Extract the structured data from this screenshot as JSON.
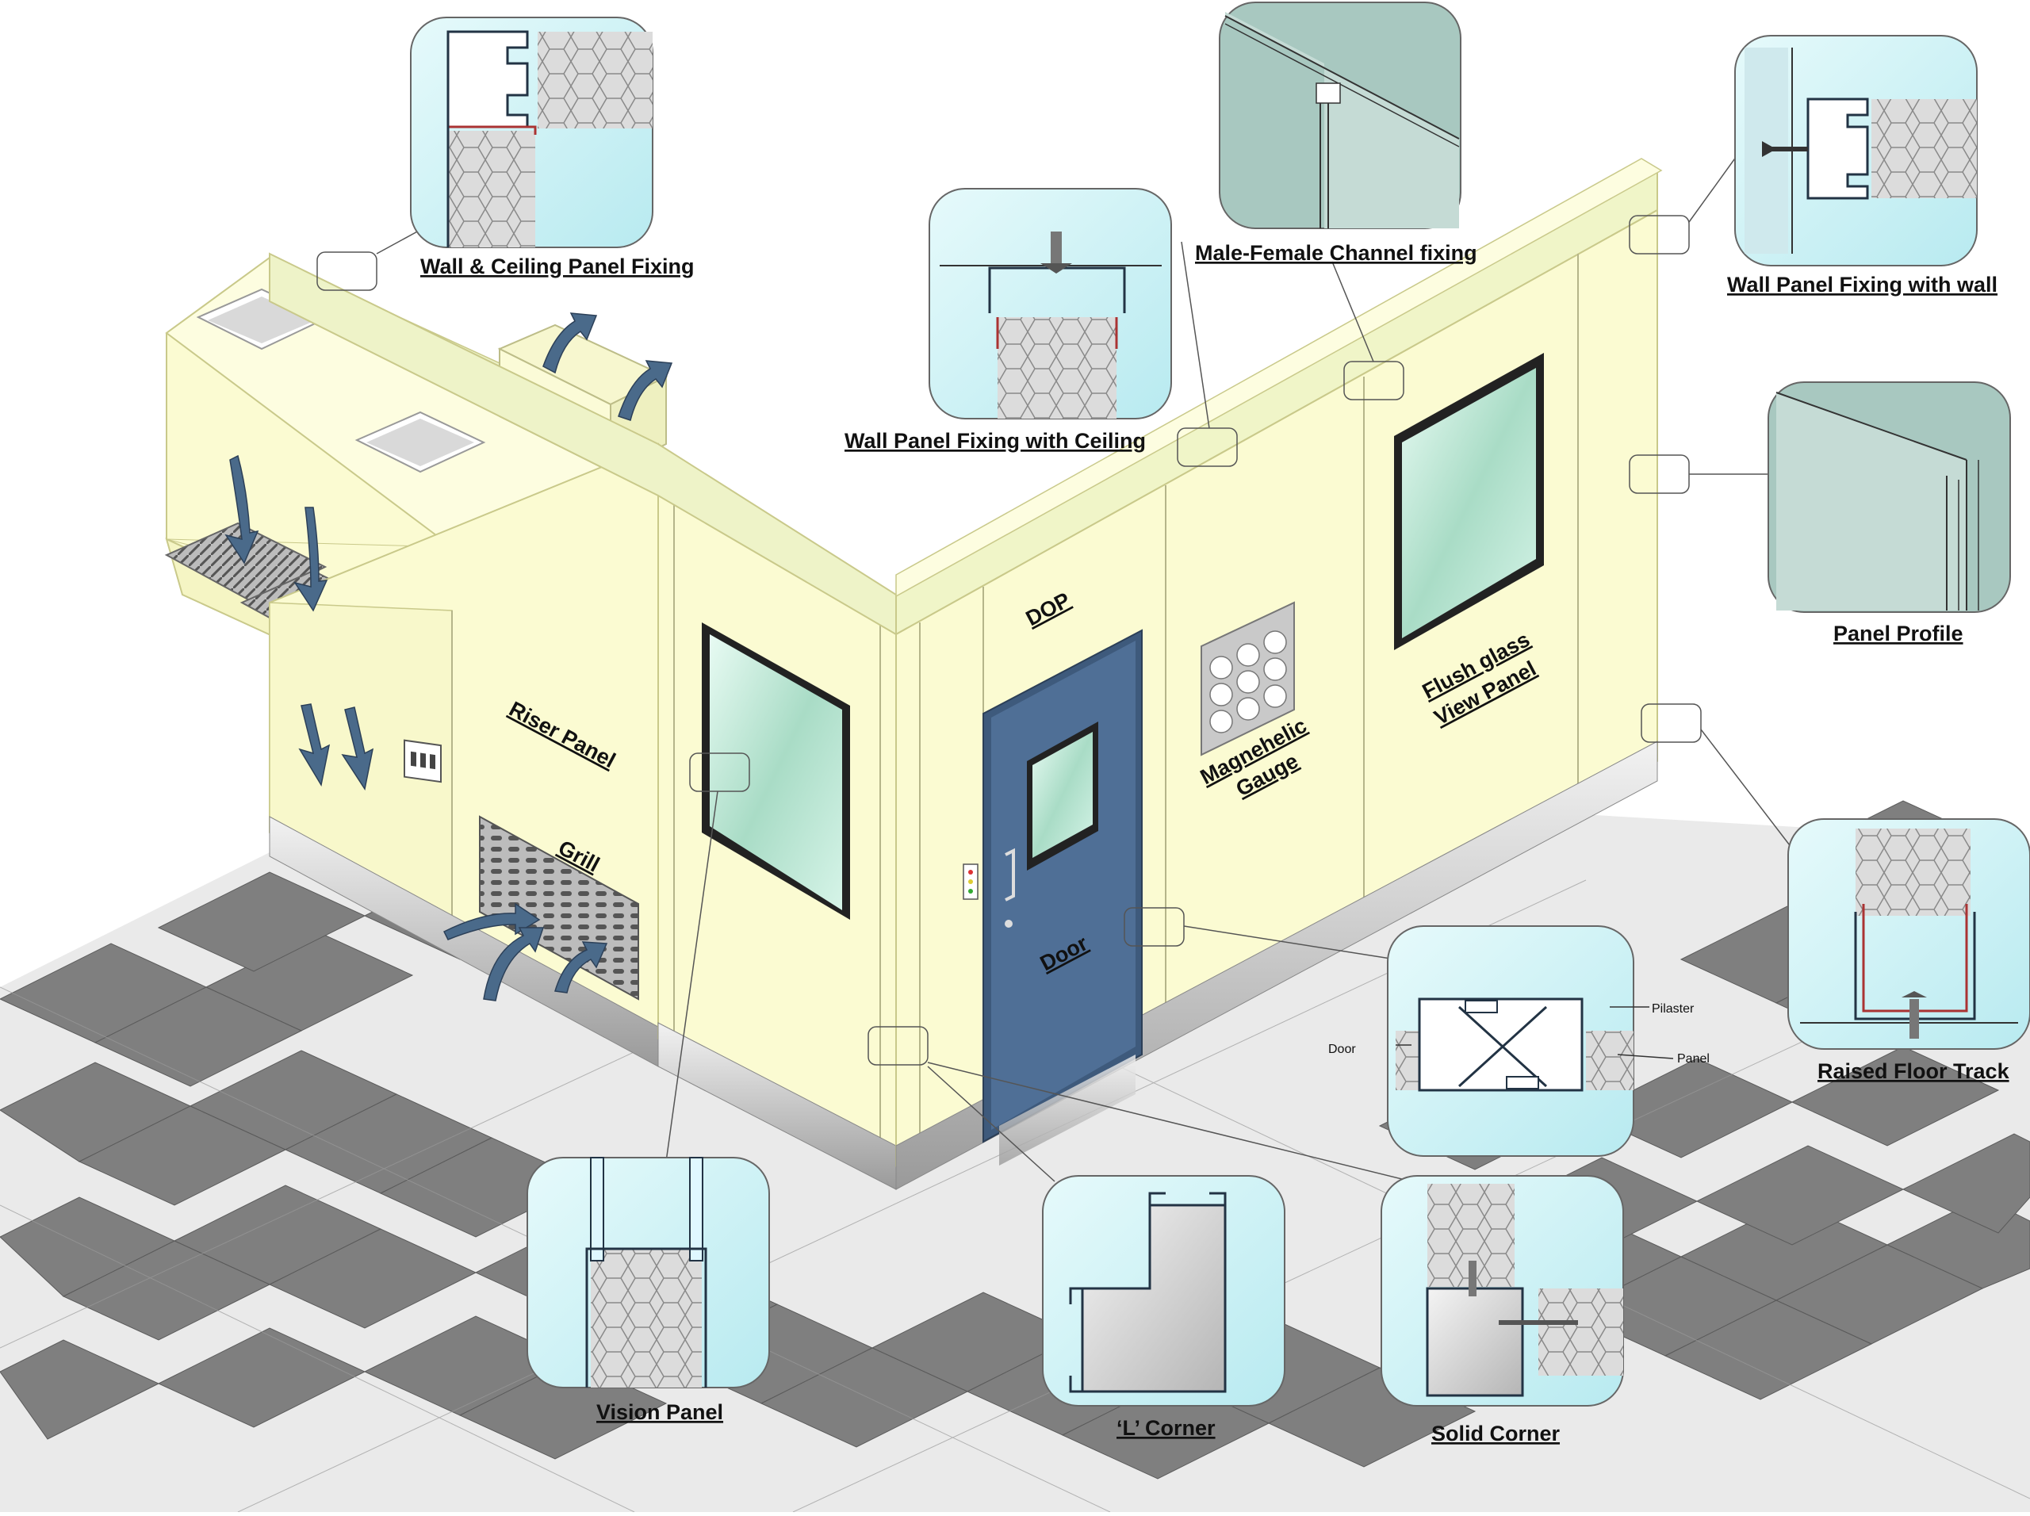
{
  "diagram": {
    "room_labels": {
      "dop": "DOP",
      "riser_panel": "Riser Panel",
      "grill": "Grill",
      "door": "Door",
      "magnehelic_line1": "Magnehelic",
      "magnehelic_line2": "Gauge",
      "flush_line1": "Flush glass",
      "flush_line2": "View Panel"
    },
    "callouts": {
      "wall_ceiling": "Wall & Ceiling Panel Fixing",
      "male_female": "Male-Female Channel fixing",
      "wall_with_wall": "Wall Panel Fixing with wall",
      "wall_with_ceiling": "Wall Panel Fixing with Ceiling",
      "panel_profile": "Panel Profile",
      "raised_floor": "Raised Floor Track",
      "vision_panel": "Vision Panel",
      "l_corner": "‘L’ Corner",
      "solid_corner": "Solid Corner"
    },
    "pilaster_detail": {
      "door": "Door",
      "pilaster": "Pilaster",
      "panel": "Panel"
    },
    "colors": {
      "wall": "#fbfbd2",
      "wall_edge": "#c9c98a",
      "door": "#4f6f96",
      "glass": "#bfe6d4",
      "detail_bg": "#d8f4f6",
      "floor_dark": "#7a7a7a",
      "floor_light": "#e6e6e6",
      "arrow": "#4a6a8a"
    }
  }
}
